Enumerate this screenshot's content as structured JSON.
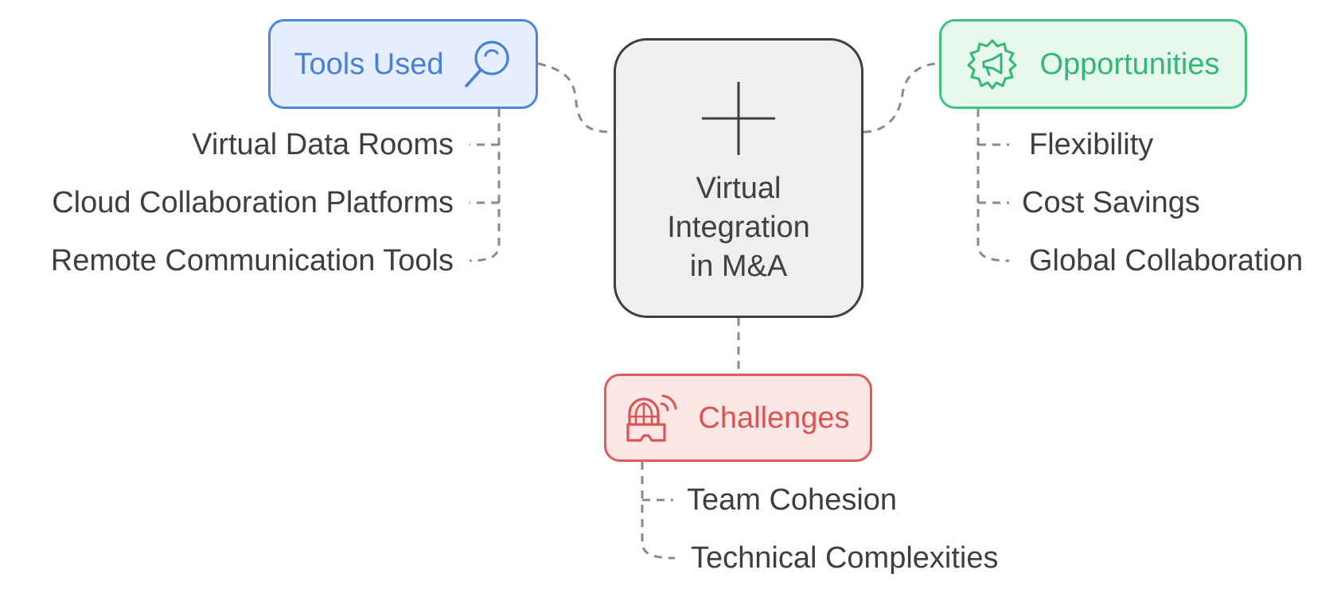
{
  "center": {
    "title": "Virtual\nIntegration\nin M&A",
    "icon": "plus-icon"
  },
  "branches": {
    "tools": {
      "label": "Tools Used",
      "icon": "magnifier-icon",
      "color": "#4a86e0",
      "fill": "#e6efff",
      "items": [
        "Virtual Data Rooms",
        "Cloud Collaboration Platforms",
        "Remote Communication Tools"
      ]
    },
    "opportunities": {
      "label": "Opportunities",
      "icon": "megaphone-badge-icon",
      "color": "#3cc47f",
      "fill": "#e7f8ee",
      "items": [
        "Flexibility",
        "Cost Savings",
        "Global Collaboration"
      ]
    },
    "challenges": {
      "label": "Challenges",
      "icon": "vr-headset-icon",
      "color": "#e05c5c",
      "fill": "#fde7e6",
      "items": [
        "Team Cohesion",
        "Technical Complexities"
      ]
    }
  },
  "connector_color": "#8a8a8a"
}
